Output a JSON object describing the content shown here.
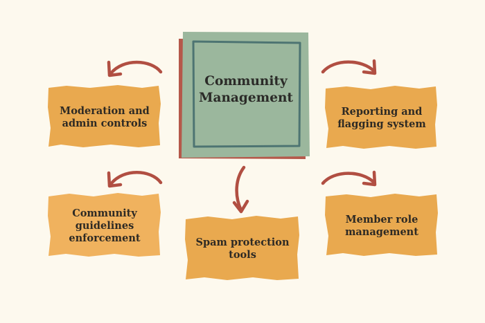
{
  "diagram": {
    "center": {
      "title": "Community\nManagement"
    },
    "nodes": [
      {
        "id": "moderation",
        "label": "Moderation and\nadmin controls"
      },
      {
        "id": "reporting",
        "label": "Reporting and\nflagging system"
      },
      {
        "id": "guidelines",
        "label": "Community\nguidelines\nenforcement"
      },
      {
        "id": "spam",
        "label": "Spam protection\ntools"
      },
      {
        "id": "roles",
        "label": "Member role\nmanagement"
      }
    ]
  },
  "colors": {
    "background": "#fdf9ee",
    "center_fill": "#9bb79d",
    "center_shadow": "#b5584a",
    "center_border": "#4d7472",
    "node_fill": "#e9a94f",
    "node_fill_alt": "#f0b25e",
    "arrow": "#b14f42"
  }
}
